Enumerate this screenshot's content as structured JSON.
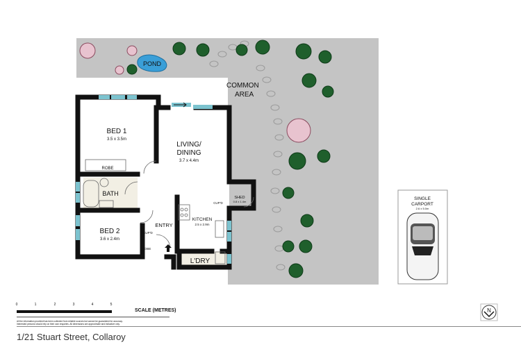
{
  "colors": {
    "garden": "#c4c4c4",
    "wall": "#111111",
    "window": "#7cc3cf",
    "tree": "#1f5f2c",
    "blossom": "#d9a8b8",
    "pond": "#3a9fd8"
  },
  "rooms": {
    "bed1": {
      "name": "BED 1",
      "size": "3.5 x 3.5m"
    },
    "robe1": "ROBE",
    "living": {
      "name1": "LIVING/",
      "name2": "DINING",
      "size": "3.7 x 4.4m"
    },
    "bath": "BATH",
    "bed2": {
      "name": "BED 2",
      "size": "3.6 x 2.4m"
    },
    "cupd_entry": "CUP'D",
    "robe2": "ROBE",
    "entry": "ENTRY",
    "kitchen": {
      "name": "KITCHEN",
      "size": "2.5 x 2.9m"
    },
    "cupd_kitchen": "CUP'D",
    "laundry": "L'DRY",
    "shed": {
      "name": "SHED",
      "size": "0.8 x 1.4m"
    },
    "common": {
      "line1": "COMMON",
      "line2": "AREA"
    },
    "pond": "POND",
    "carport": {
      "line1": "SINGLE",
      "line2": "CARPORT",
      "size": "2.6 x 5.0m"
    }
  },
  "scale": {
    "ticks": [
      "0",
      "1",
      "2",
      "3",
      "4",
      "5"
    ],
    "label": "SCALE (METRES)"
  },
  "compass": "N",
  "disclaimer": {
    "line1": "All the information provided has been collected from reliable sources but cannot be guaranteed for accuracy.",
    "line2": "Interested persons should rely on their own enquiries. All dimensions are approximate and indicative only."
  },
  "address": "1/21 Stuart Street, Collaroy"
}
